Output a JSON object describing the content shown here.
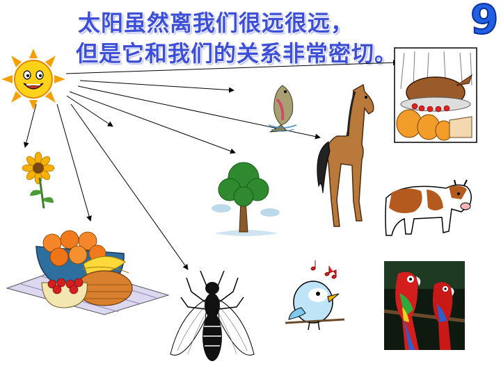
{
  "slide": {
    "title_line1": "太阳虽然离我们很远很远，",
    "title_line2": "但是它和我们的关系非常密切。",
    "page_number": "9"
  },
  "illustrations": {
    "sun": "sun-icon",
    "sunflower": "sunflower-icon",
    "fruit_basket": "fruit-basket-icon",
    "fly": "fly-icon",
    "tree": "tree-icon",
    "fish": "fish-icon",
    "horse": "horse-icon",
    "turkey": "roast-turkey-icon",
    "cow": "cow-icon",
    "bird": "singing-bird-icon",
    "parrots": "parrots-icon"
  },
  "colors": {
    "title": "#3d4fd6",
    "page_number": "#1f5fe0",
    "sun": "#f5c400"
  }
}
